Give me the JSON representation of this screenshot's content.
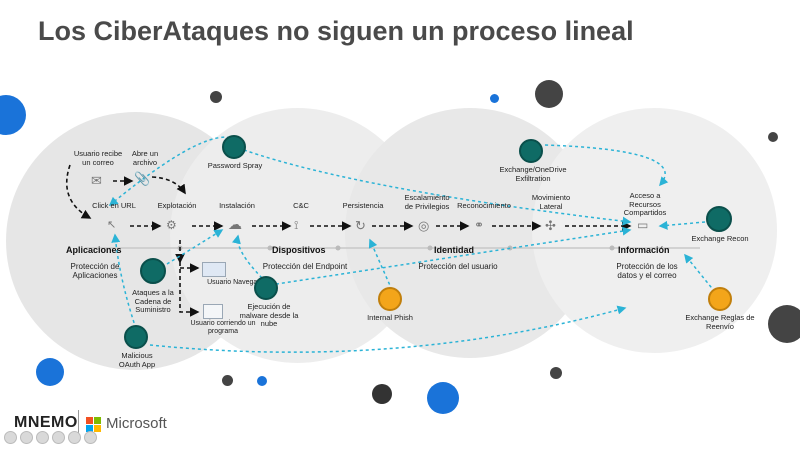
{
  "title": "Los CiberAtaques no siguen un proceso lineal",
  "steps": {
    "user_email": "Usuario recibe\nun correo",
    "open_file": "Abre un\narchivo",
    "click_url": "Click en URL",
    "exploit": "Explotación",
    "install": "Instalación",
    "cc": "C&C",
    "persist": "Persistencia",
    "priv_esc": "Escalamiento\nde Privilegios",
    "recon": "Reconocimiento",
    "lateral": "Movimiento\nLateral",
    "access": "Acceso a\nRecursos\nCompartidos"
  },
  "sections": {
    "apps": "Aplicaciones",
    "devices": "Dispositivos",
    "identity": "Identidad",
    "info": "Información"
  },
  "protection": {
    "apps": "Protección de\nAplicaciones",
    "endpoint": "Protección del Endpoint",
    "user": "Protección del usuario",
    "data": "Protección de los\ndatos y el correo"
  },
  "threats": {
    "password_spray": "Password Spray",
    "exchange_exfil": "Exchange/OneDrive\nExfiltration",
    "exchange_recon": "Exchange Recon",
    "supply_chain": "Ataques a la\nCadena de\nSuministro",
    "cloud_malware": "Ejecución de\nmalware desde la\nnube",
    "internal_phish": "Internal Phish",
    "exchange_rules": "Exchange Reglas de\nReenvío",
    "oauth": "Malicious\nOAuth App"
  },
  "notes": {
    "user_browsing": "Usuario Navegando",
    "user_program": "Usuario corriendo un\nprograma"
  },
  "footer": {
    "mnemo": "MNEMO",
    "microsoft": "Microsoft"
  },
  "colors": {
    "accent_blue": "#1a73d9",
    "teal": "#0f6b65",
    "orange": "#f3a51a",
    "arrow_cyan": "#2bb3d6"
  }
}
